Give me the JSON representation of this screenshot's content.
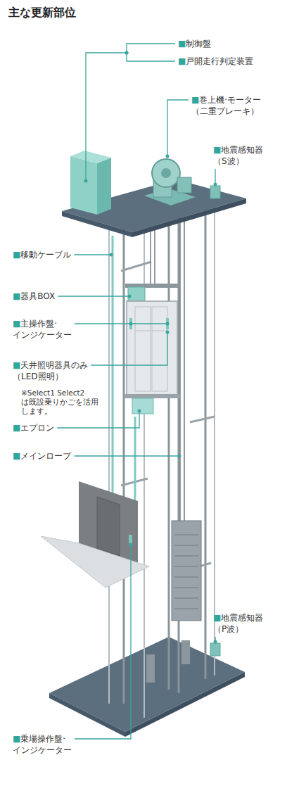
{
  "diagram": {
    "title": "主な更新部位",
    "labels": [
      "■制御盤",
      "■戸開走行判定装置",
      "■巻上機·モーター （二重ブレーキ）",
      "■地震感知器 （S波）",
      "■移動ケーブル",
      "■器具BOX",
      "■主操作盤· インジケーター",
      "■天井照明器具のみ （LED照明）",
      "※Select1 Select2 は既設乗りかごを活用 します。",
      "■エプロン",
      "■メインロープ",
      "■地震感知器 （P波）",
      "■乗場操作盤· インジケーター"
    ]
  }
}
